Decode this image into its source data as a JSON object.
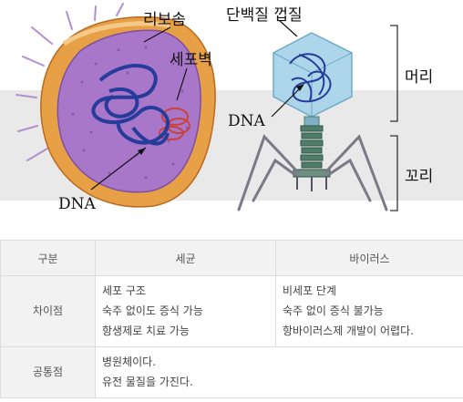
{
  "labels": {
    "ribosome": "리보솜",
    "cell_wall": "세포벽",
    "bacteria_dna": "DNA",
    "protein_capsid": "단백질 껍질",
    "virus_dna": "DNA",
    "head": "머리",
    "tail": "꼬리"
  },
  "table": {
    "headers": [
      "구분",
      "세균",
      "바이러스"
    ],
    "rows": [
      {
        "label": "차이점",
        "bacteria": [
          "세포 구조",
          "숙주 없이도 증식 가능",
          "항생제로 치료 가능"
        ],
        "virus": [
          "비세포 단계",
          "숙주 없이 증식 불가능",
          "항바이러스제 개발이 어렵다."
        ]
      },
      {
        "label": "공통점",
        "common": [
          "병원체이다.",
          "유전 물질을 가진다."
        ]
      }
    ]
  },
  "colors": {
    "band": "#e9e9e9",
    "cell_wall": "#e8a046",
    "cytoplasm": "#a877c9",
    "dna": "#263b9a",
    "capsid": "#a9d4ea",
    "tail": "#4f7d6c"
  }
}
